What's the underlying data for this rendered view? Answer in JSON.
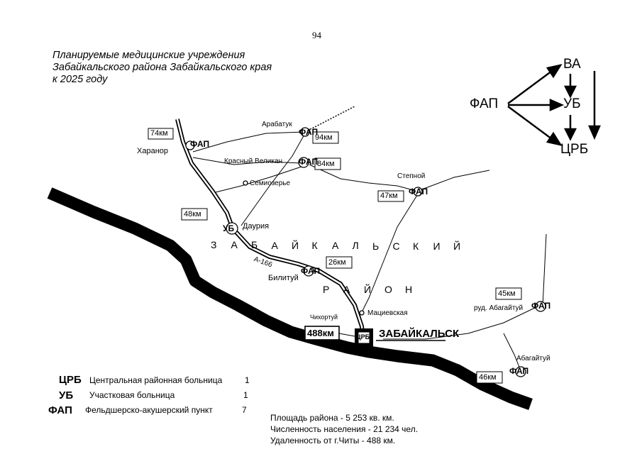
{
  "page_number": "94",
  "title": {
    "line1": "Планируемые медицинские учреждения",
    "line2": "Забайкальского района Забайкальского края",
    "line3": "к 2025 году"
  },
  "hierarchy": {
    "fap": "ФАП",
    "va": "ВА",
    "ub": "УБ",
    "crb": "ЦРБ"
  },
  "region_label": {
    "word1_letters": [
      "З",
      "А",
      "Б",
      "А",
      "Й",
      "К",
      "А",
      "Л",
      "Ь",
      "С",
      "К",
      "И",
      "Й"
    ],
    "word2_letters": [
      "Р",
      "А",
      "Й",
      "О",
      "Н"
    ]
  },
  "places": {
    "kharanor": "Харанор",
    "arabatuk": "Арабатук",
    "krasny_velikan": "Красный Великан",
    "semiozerye": "Семиозерье",
    "stepnoy": "Степной",
    "dauriya": "Даурия",
    "bilituy": "Билитуй",
    "chikhortuy": "Чихортуй",
    "matsievskaya": "Мациевская",
    "zabaikalsk": "ЗАБАЙКАЛЬСК",
    "rud_abagaituy": "руд. Абагайтуй",
    "abagaituy": "Абагайтуй"
  },
  "facility_marks": {
    "fap": "ФАП",
    "ub": "УБ",
    "crb": "ЦРБ"
  },
  "road_label": "А-166",
  "distances": {
    "kharanor": "74км",
    "arabatuk": "94км",
    "krasny_velikan": "84км",
    "stepnoy": "47км",
    "dauriya": "48км",
    "bilituy": "26км",
    "zabaikalsk": "488км",
    "rud_abagaituy": "45км",
    "abagaituy": "46км"
  },
  "legend": [
    {
      "abbr": "ЦРБ",
      "text": "Центральная районная больница",
      "count": "1"
    },
    {
      "abbr": "УБ",
      "text": "Участковая больница",
      "count": "1"
    },
    {
      "abbr": "ФАП",
      "text": "Фельдшерско-акушерский пункт",
      "count": "7"
    }
  ],
  "stats": {
    "area": "Площадь района - 5 253 кв. км.",
    "population": "Численность населения - 21 234 чел.",
    "distance": "Удаленность от г.Читы - 488 км."
  }
}
